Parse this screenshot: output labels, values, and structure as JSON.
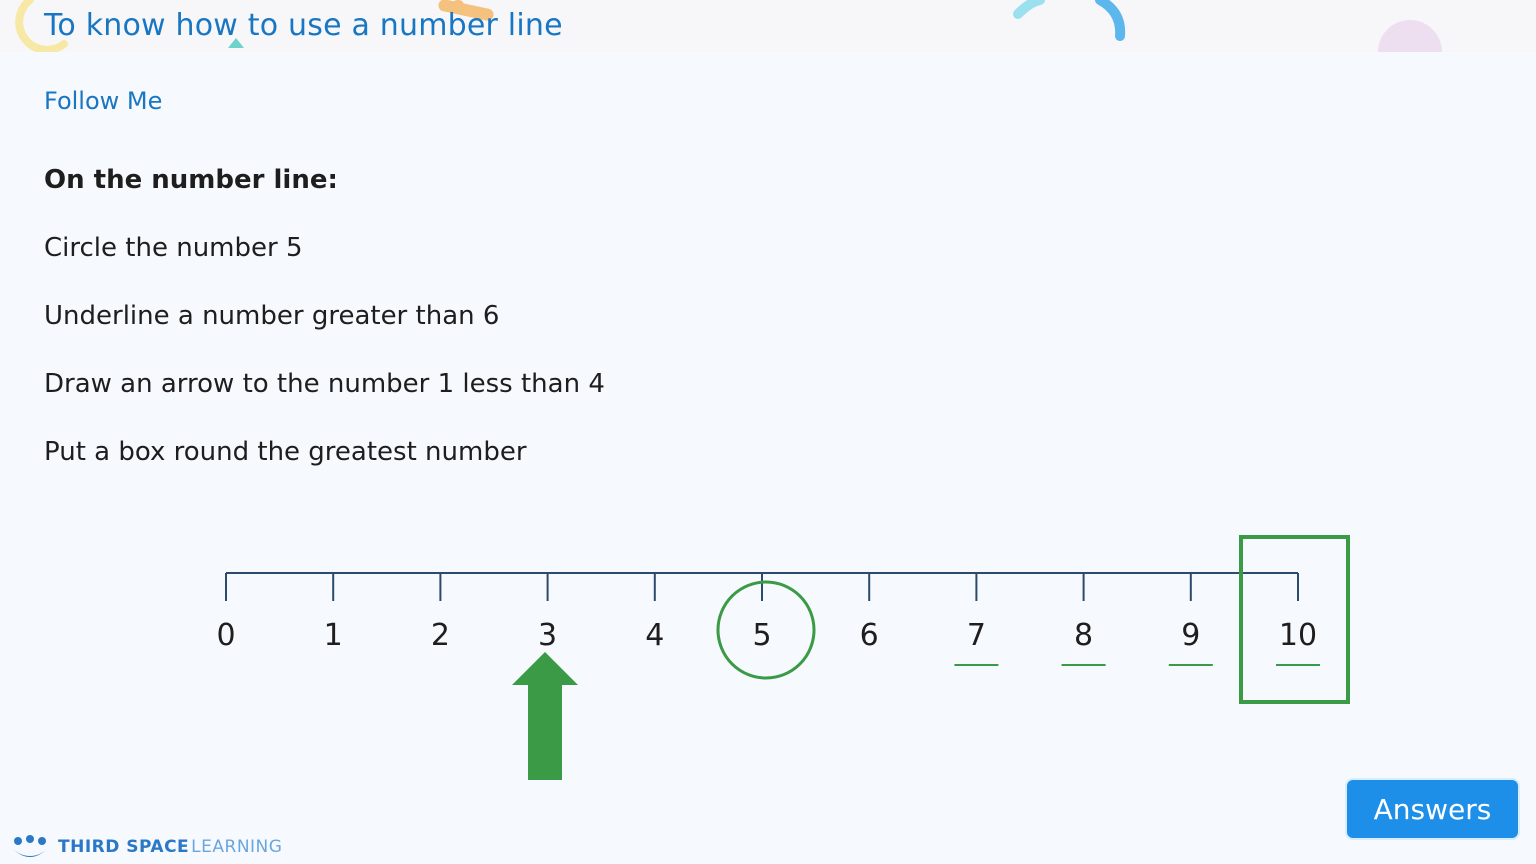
{
  "header": {
    "title": "To know how to use a number line"
  },
  "section": {
    "label": "Follow Me"
  },
  "instructions": {
    "heading": "On the number line:",
    "items": [
      "Circle the number 5",
      "Underline a number greater than 6",
      "Draw an arrow to the number 1 less than 4",
      "Put a box round the greatest number"
    ]
  },
  "number_line": {
    "labels": [
      "0",
      "1",
      "2",
      "3",
      "4",
      "5",
      "6",
      "7",
      "8",
      "9",
      "10"
    ],
    "circled": "5",
    "underlined": [
      "7",
      "8",
      "9",
      "10"
    ],
    "arrow_to": "3",
    "boxed": "10",
    "mark_color": "#3a9a46",
    "line_color": "#2c4a6b"
  },
  "answers_button": {
    "label": "Answers"
  },
  "branding": {
    "name_strong": "THIRD SPACE",
    "name_light": "LEARNING",
    "accent": "#2b78c6"
  },
  "colors": {
    "title": "#1976c2",
    "button": "#1e8fe8",
    "text": "#1e1e1e"
  }
}
